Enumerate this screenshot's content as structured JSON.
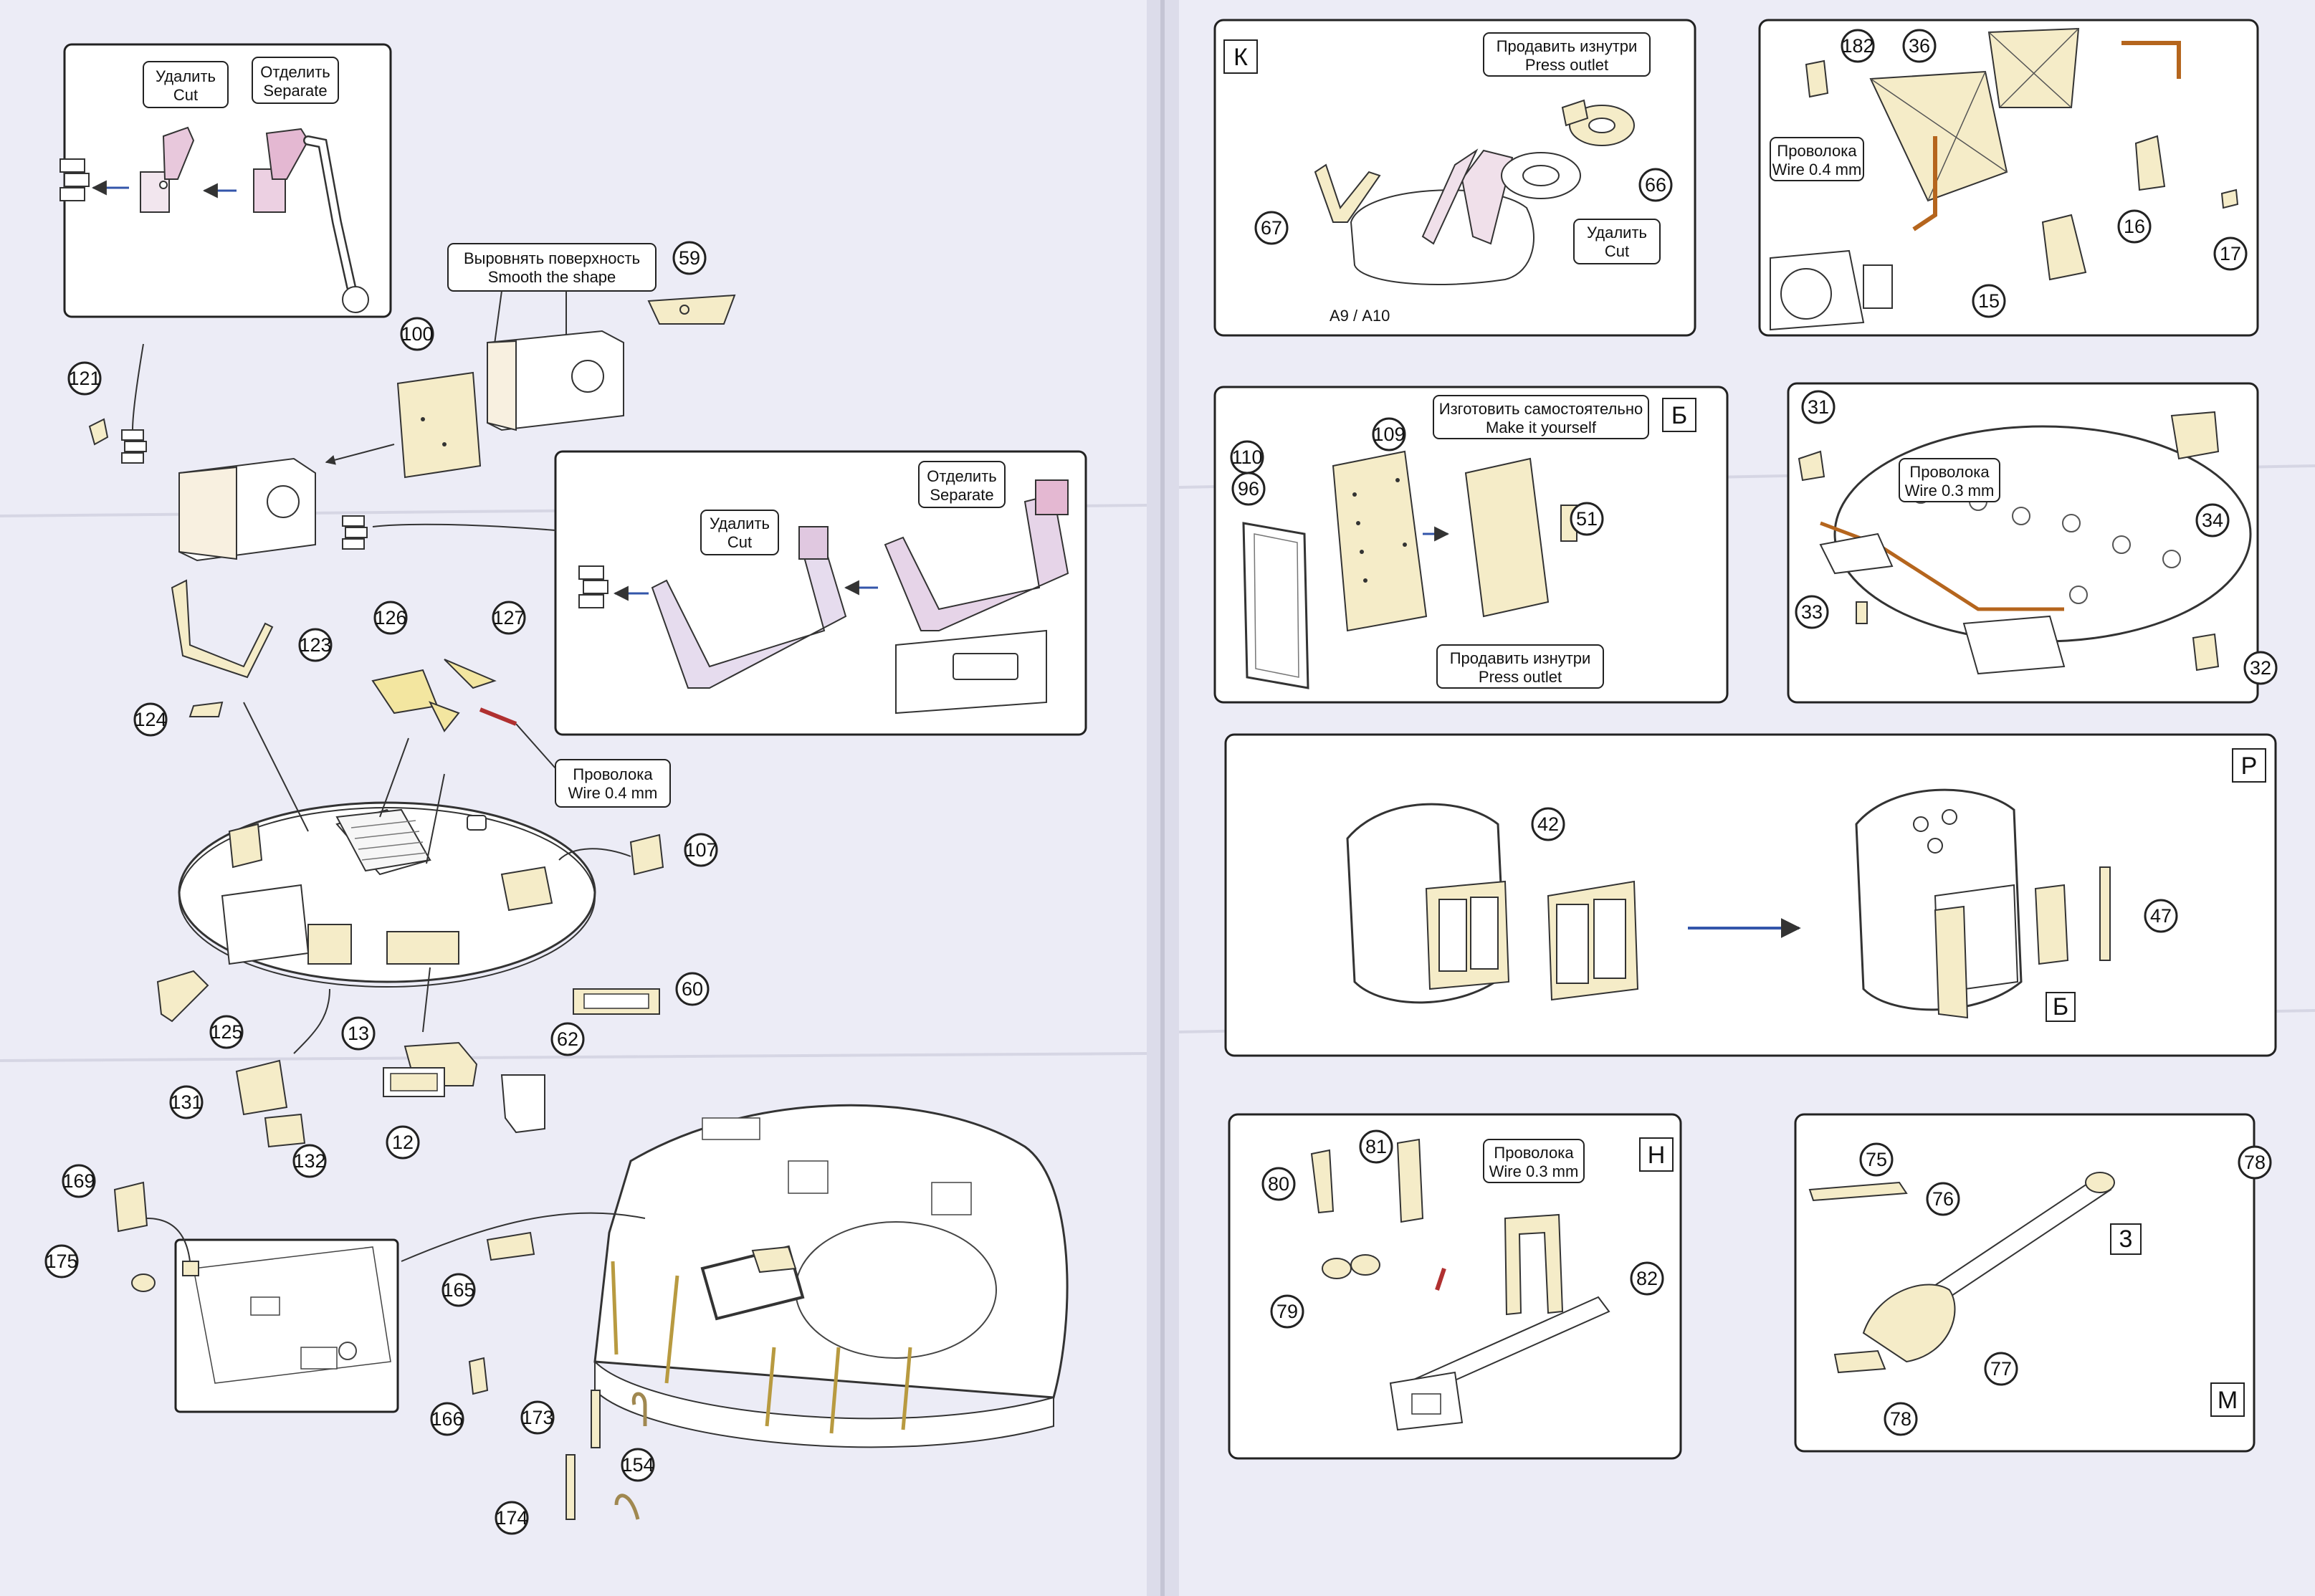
{
  "left_page": {
    "inset_top": {
      "cut": [
        "Удалить",
        "Cut"
      ],
      "separate": [
        "Отделить",
        "Separate"
      ]
    },
    "smooth_note": [
      "Выровнять поверхность",
      "Smooth the shape"
    ],
    "inset_bracket": {
      "cut": [
        "Удалить",
        "Cut"
      ],
      "separate": [
        "Отделить",
        "Separate"
      ]
    },
    "wire_note": [
      "Проволока",
      "Wire 0.4 mm"
    ],
    "callouts": [
      "59",
      "100",
      "121",
      "123",
      "124",
      "126",
      "127",
      "107",
      "60",
      "62",
      "125",
      "13",
      "12",
      "131",
      "132",
      "169",
      "175",
      "165",
      "166",
      "173",
      "154",
      "174"
    ]
  },
  "right_page": {
    "panel_k": {
      "letter": "К",
      "press_outlet": [
        "Продавить изнутри",
        "Press outlet"
      ],
      "cut": [
        "Удалить",
        "Cut"
      ],
      "part_label": "А9 / А10",
      "callouts": [
        "67",
        "66"
      ]
    },
    "panel_wire04": {
      "wire": [
        "Проволока",
        "Wire 0.4 mm"
      ],
      "callouts": [
        "182",
        "36",
        "16",
        "17",
        "15"
      ]
    },
    "panel_b": {
      "letter": "Б",
      "make_yourself": [
        "Изготовить самостоятельно",
        "Make it yourself"
      ],
      "press_outlet": [
        "Продавить изнутри",
        "Press outlet"
      ],
      "callouts": [
        "110",
        "109",
        "51",
        "96"
      ]
    },
    "panel_hatch": {
      "wire": [
        "Проволока",
        "Wire 0.3 mm"
      ],
      "callouts": [
        "31",
        "34",
        "33",
        "32"
      ]
    },
    "panel_p": {
      "letter": "Р",
      "sub_letter": "Б",
      "callouts": [
        "42",
        "47"
      ]
    },
    "panel_n": {
      "letter": "Н",
      "wire": [
        "Проволока",
        "Wire 0.3 mm"
      ],
      "callouts": [
        "80",
        "81",
        "79",
        "82"
      ]
    },
    "panel_m": {
      "letter": "М",
      "sub_letter": "3",
      "callouts": [
        "75",
        "76",
        "78",
        "77",
        "78"
      ]
    }
  }
}
